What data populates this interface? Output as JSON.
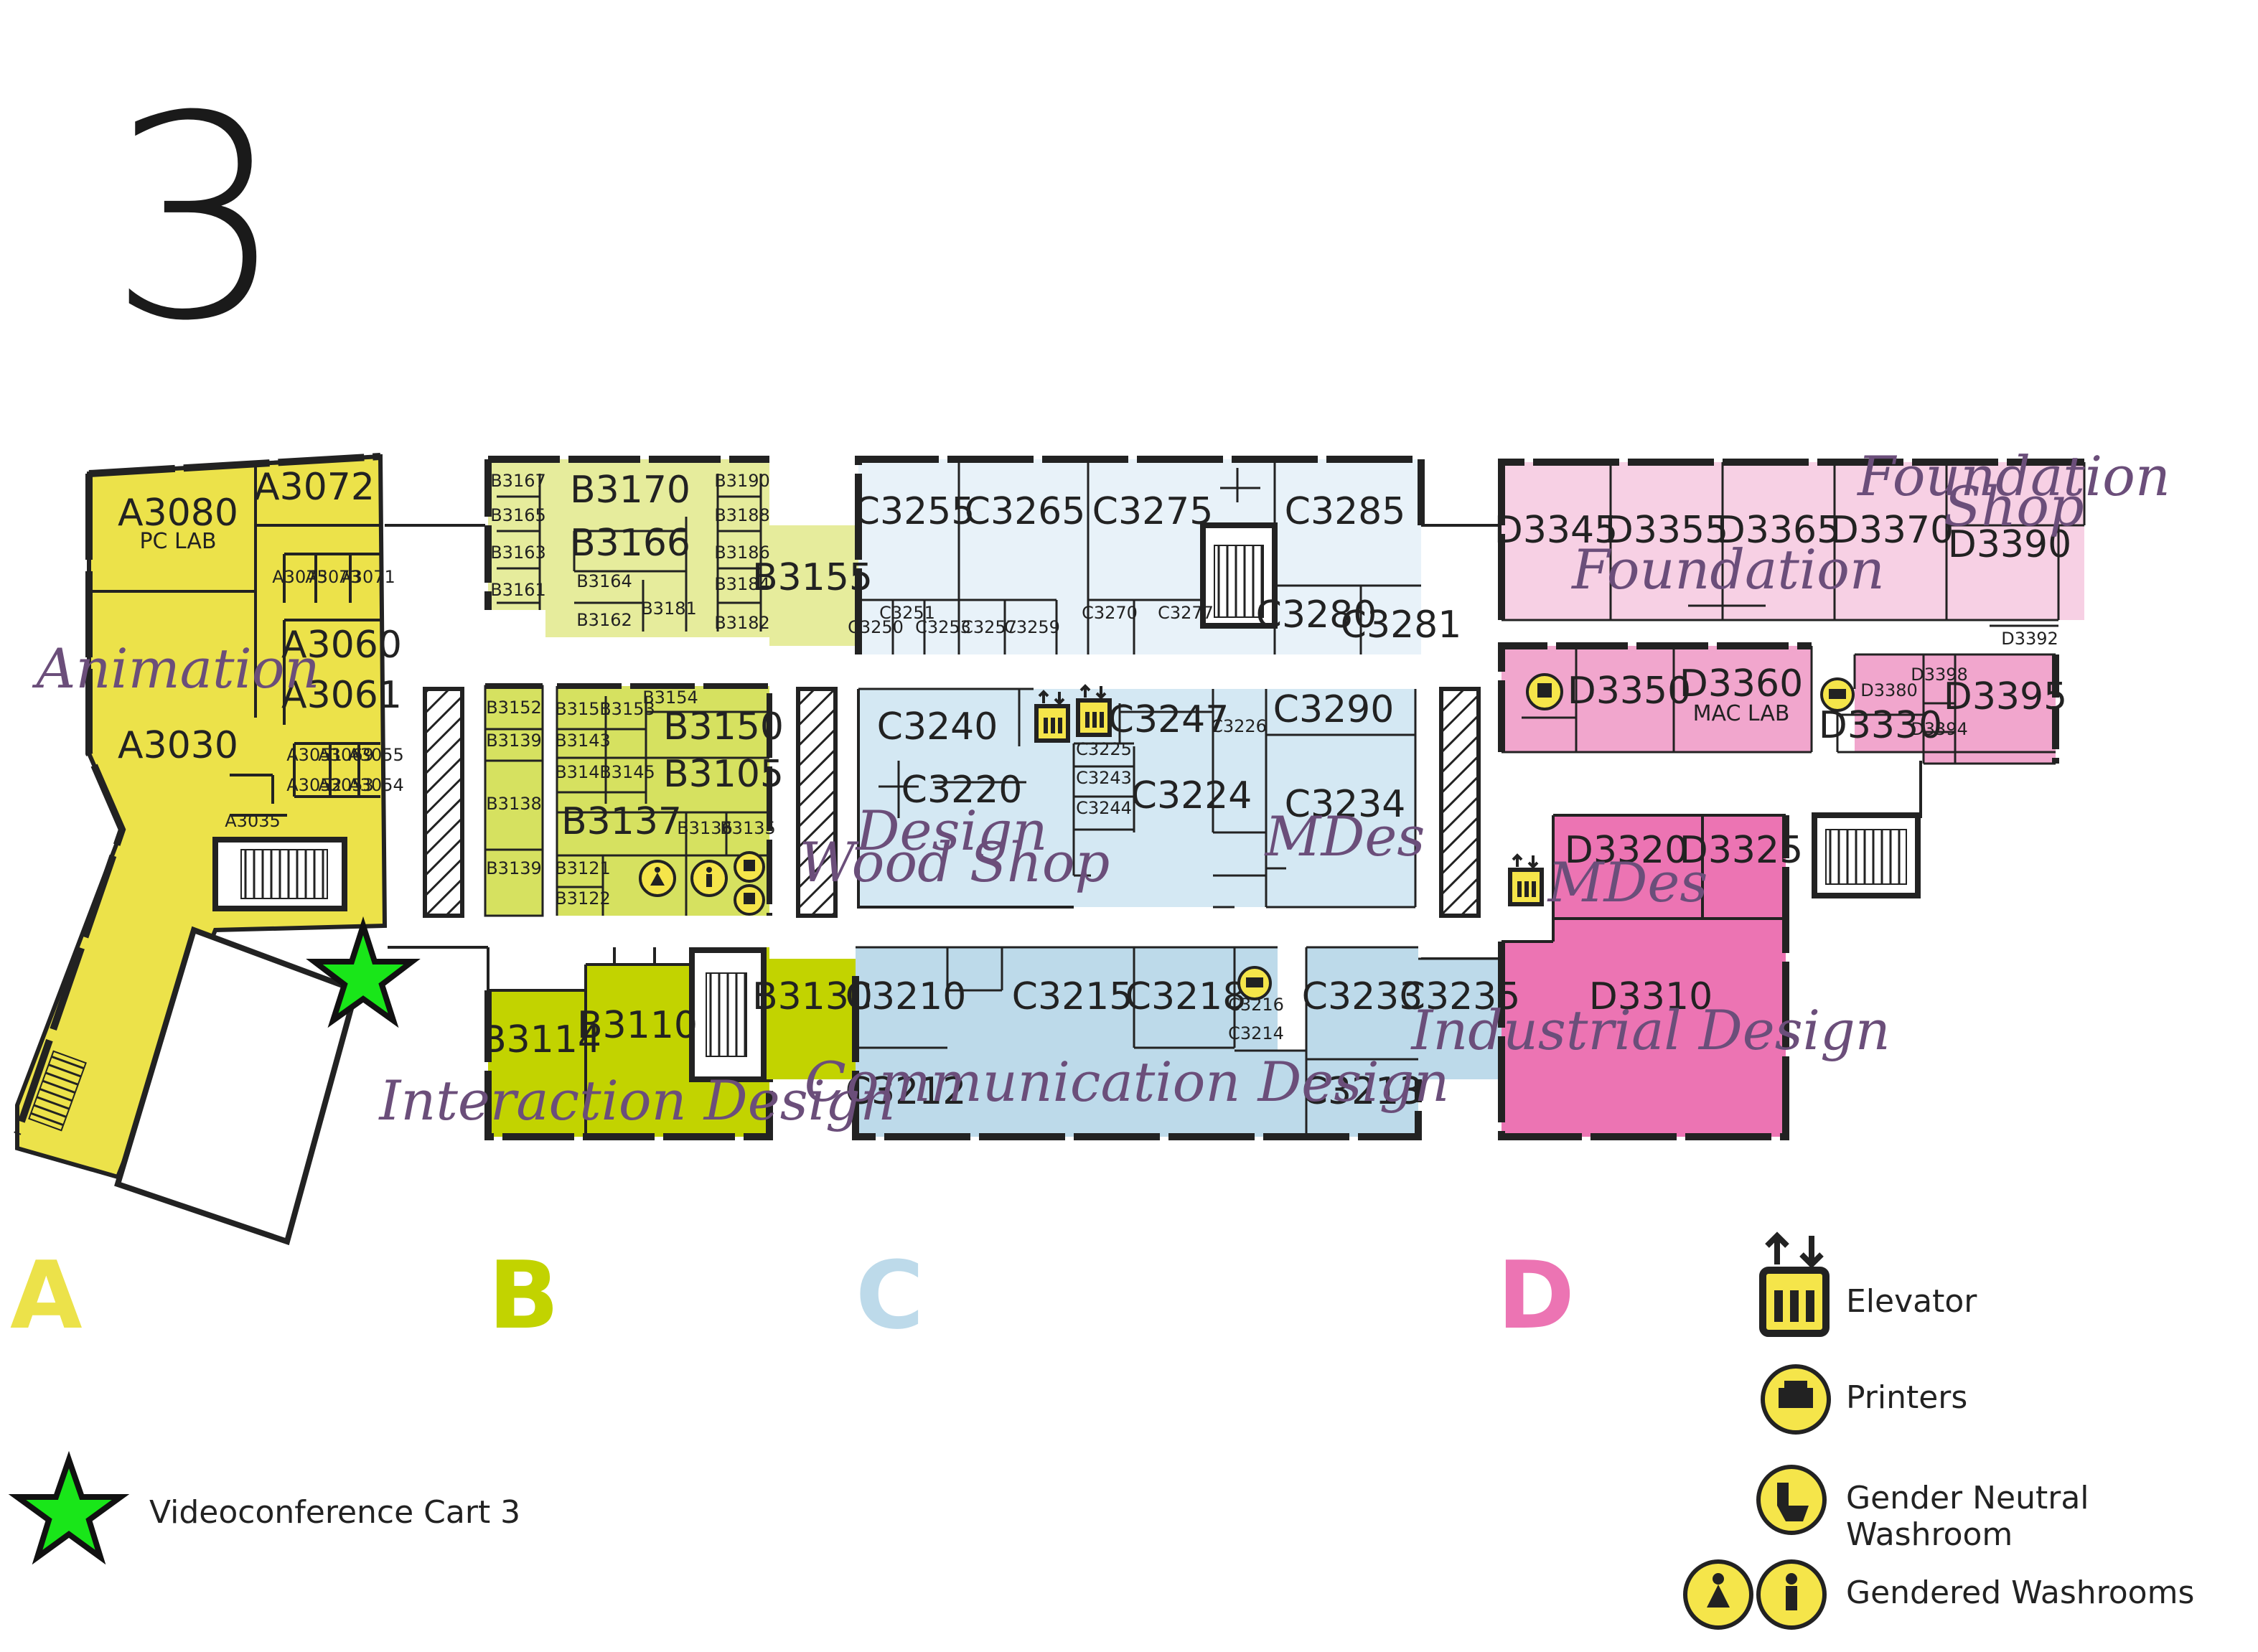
{
  "floor": "3",
  "colors": {
    "wing_a": "#ece24a",
    "wing_b_light": "#e6ec9c",
    "wing_b_mid": "#d6e160",
    "wing_b_dark": "#c2d300",
    "wing_c_light": "#e8f2f9",
    "wing_c_mid": "#d4e8f3",
    "wing_c_dark": "#bddaea",
    "wing_d_light": "#f7d0e4",
    "wing_d_mid": "#f1a6cd",
    "wing_d_dark": "#ec74b3",
    "icon_yellow": "#f5e54a",
    "star": "#19e619"
  },
  "wings": [
    {
      "letter": "A",
      "color": "#ece24a"
    },
    {
      "letter": "B",
      "color": "#c2d300"
    },
    {
      "letter": "C",
      "color": "#bddaea"
    },
    {
      "letter": "D",
      "color": "#ec74b3"
    }
  ],
  "programs": {
    "animation": "Animation",
    "design_wood_shop_1": "Design",
    "design_wood_shop_2": "Wood Shop",
    "mdes_c": "MDes",
    "foundation": "Foundation",
    "foundation_shop_1": "Foundation",
    "foundation_shop_2": "Shop",
    "mdes_d": "MDes",
    "industrial_design": "Industrial Design",
    "interaction_design": "Interaction Design",
    "communication_design": "Communication Design"
  },
  "rooms": {
    "a3080": "A3080",
    "pc_lab": "PC LAB",
    "a3072": "A3072",
    "a3075": "A3075",
    "a3073": "A3073",
    "a3071": "A3071",
    "a3060": "A3060",
    "a3061": "A3061",
    "a3030": "A3030",
    "a3051": "A3051",
    "a3069": "A3069",
    "a3055": "A3055",
    "a3052": "A3052",
    "a3053": "A3053",
    "a3054": "A3054",
    "a3035": "A3035",
    "b3167": "B3167",
    "b3165": "B3165",
    "b3163": "B3163",
    "b3161": "B3161",
    "b3170": "B3170",
    "b3166": "B3166",
    "b3164": "B3164",
    "b3162": "B3162",
    "b3181": "B3181",
    "b3190": "B3190",
    "b3188": "B3188",
    "b3186": "B3186",
    "b3184": "B3184",
    "b3182": "B3182",
    "b3155": "B3155",
    "b3152": "B3152",
    "b3139a": "B3139",
    "b3138": "B3138",
    "b3139b": "B3139",
    "b3151": "B3151",
    "b3153": "B3153",
    "b3154": "B3154",
    "b3143": "B3143",
    "b3150": "B3150",
    "b3141": "B3141",
    "b3145": "B3145",
    "b3105": "B3105",
    "b3137": "B3137",
    "b3136": "B3136",
    "b3135": "B3135",
    "b3121": "B3121",
    "b3122": "B3122",
    "b3114": "B3114",
    "b3110": "B3110",
    "b3130": "B3130",
    "c3255": "C3255",
    "c3265": "C3265",
    "c3275": "C3275",
    "c3285": "C3285",
    "c3251": "C3251",
    "c3250": "C3250",
    "c3253": "C3253",
    "c3257": "C3257",
    "c3259": "C3259",
    "c3270": "C3270",
    "c3277": "C3277",
    "c3280": "C3280",
    "c3281": "C3281",
    "c3240": "C3240",
    "c3220": "C3220",
    "c3247": "C3247",
    "c3225": "C3225",
    "c3243": "C3243",
    "c3244": "C3244",
    "c3224": "C3224",
    "c3226": "C3226",
    "c3290": "C3290",
    "c3234": "C3234",
    "c3210": "C3210",
    "c3215": "C3215",
    "c3218": "C3218",
    "c3216": "C3216",
    "c3214": "C3214",
    "c3233": "C3233",
    "c3235": "C3235",
    "c3212": "C3212",
    "c3213": "C3213",
    "d3345": "D3345",
    "d3355": "D3355",
    "d3365": "D3365",
    "d3370": "D3370",
    "d3390": "D3390",
    "d3392": "D3392",
    "d3350": "D3350",
    "d3360": "D3360",
    "mac_lab": "MAC LAB",
    "d3380": "D3380",
    "d3398": "D3398",
    "d3330": "D3330",
    "d3394": "D3394",
    "d3395": "D3395",
    "d3320": "D3320",
    "d3325": "D3325",
    "d3310": "D3310"
  },
  "legend": {
    "elevator": "Elevator",
    "printers": "Printers",
    "gender_neutral": "Gender Neutral Washroom",
    "gendered": "Gendered Washrooms",
    "videoconference": "Videoconference Cart 3"
  }
}
